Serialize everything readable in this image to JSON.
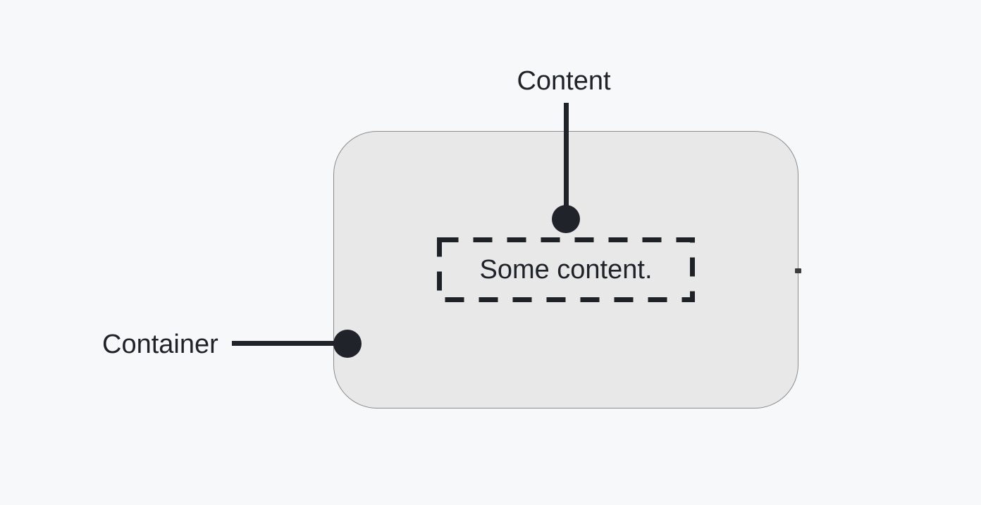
{
  "colors": {
    "page_bg": "#f7f8fa",
    "container_fill": "#e8e8e8",
    "container_border": "#8c8c8c",
    "ink": "#202329"
  },
  "diagram": {
    "container_label": "Container",
    "content_label": "Content",
    "content_text": "Some content."
  }
}
